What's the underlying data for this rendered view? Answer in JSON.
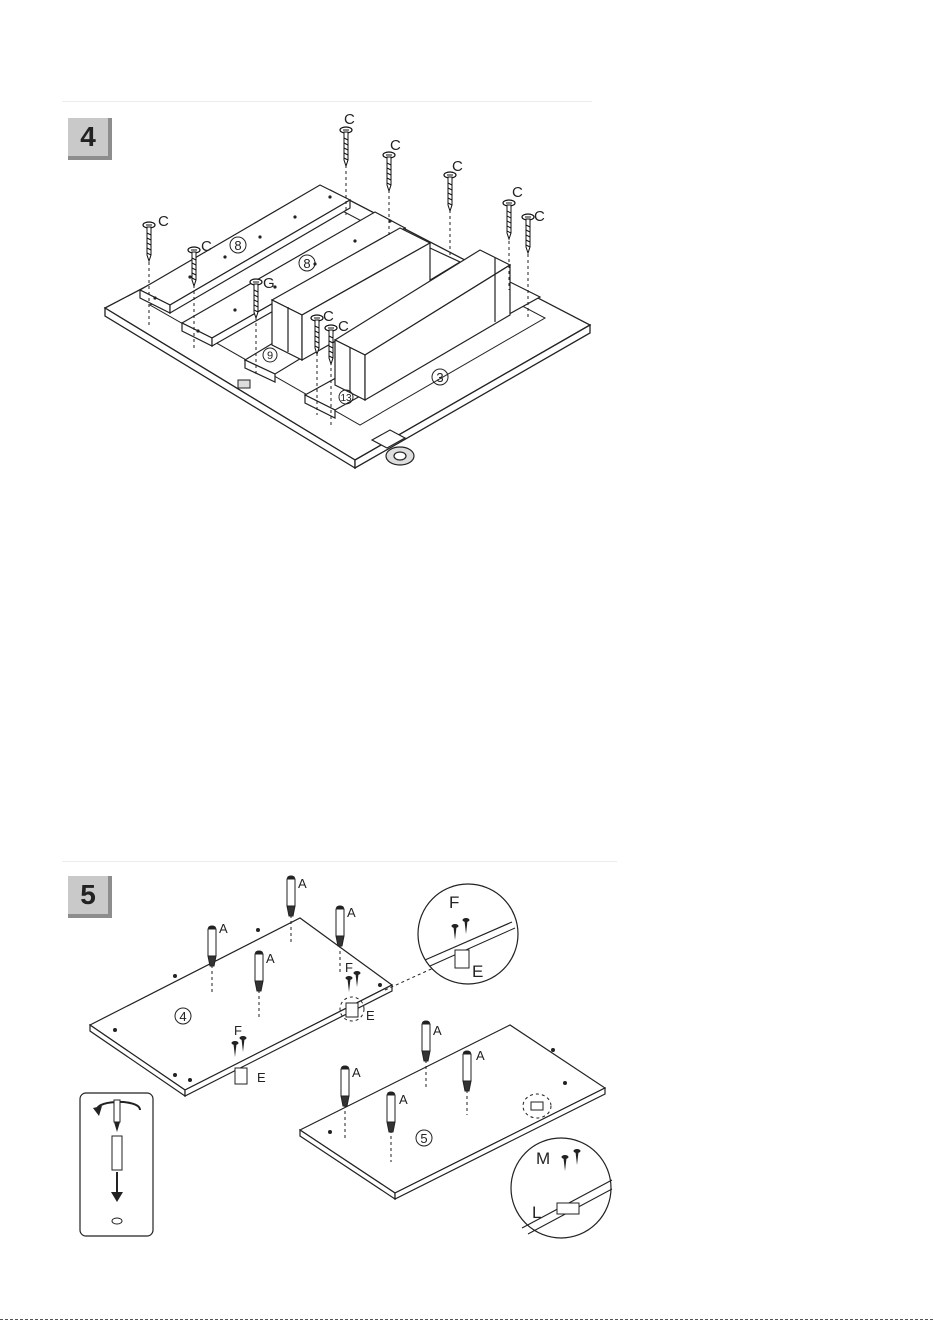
{
  "steps": [
    {
      "number": "4"
    },
    {
      "number": "5"
    }
  ],
  "step4": {
    "screw_c": "C",
    "screw_g": "G",
    "part_8": "8",
    "part_9": "9",
    "part_3": "3",
    "part_13": "13"
  },
  "step5": {
    "dowel_a": "A",
    "screw_f": "F",
    "hinge_e": "E",
    "screw_m": "M",
    "magnet_l": "L",
    "part_4": "4",
    "part_5": "5"
  }
}
